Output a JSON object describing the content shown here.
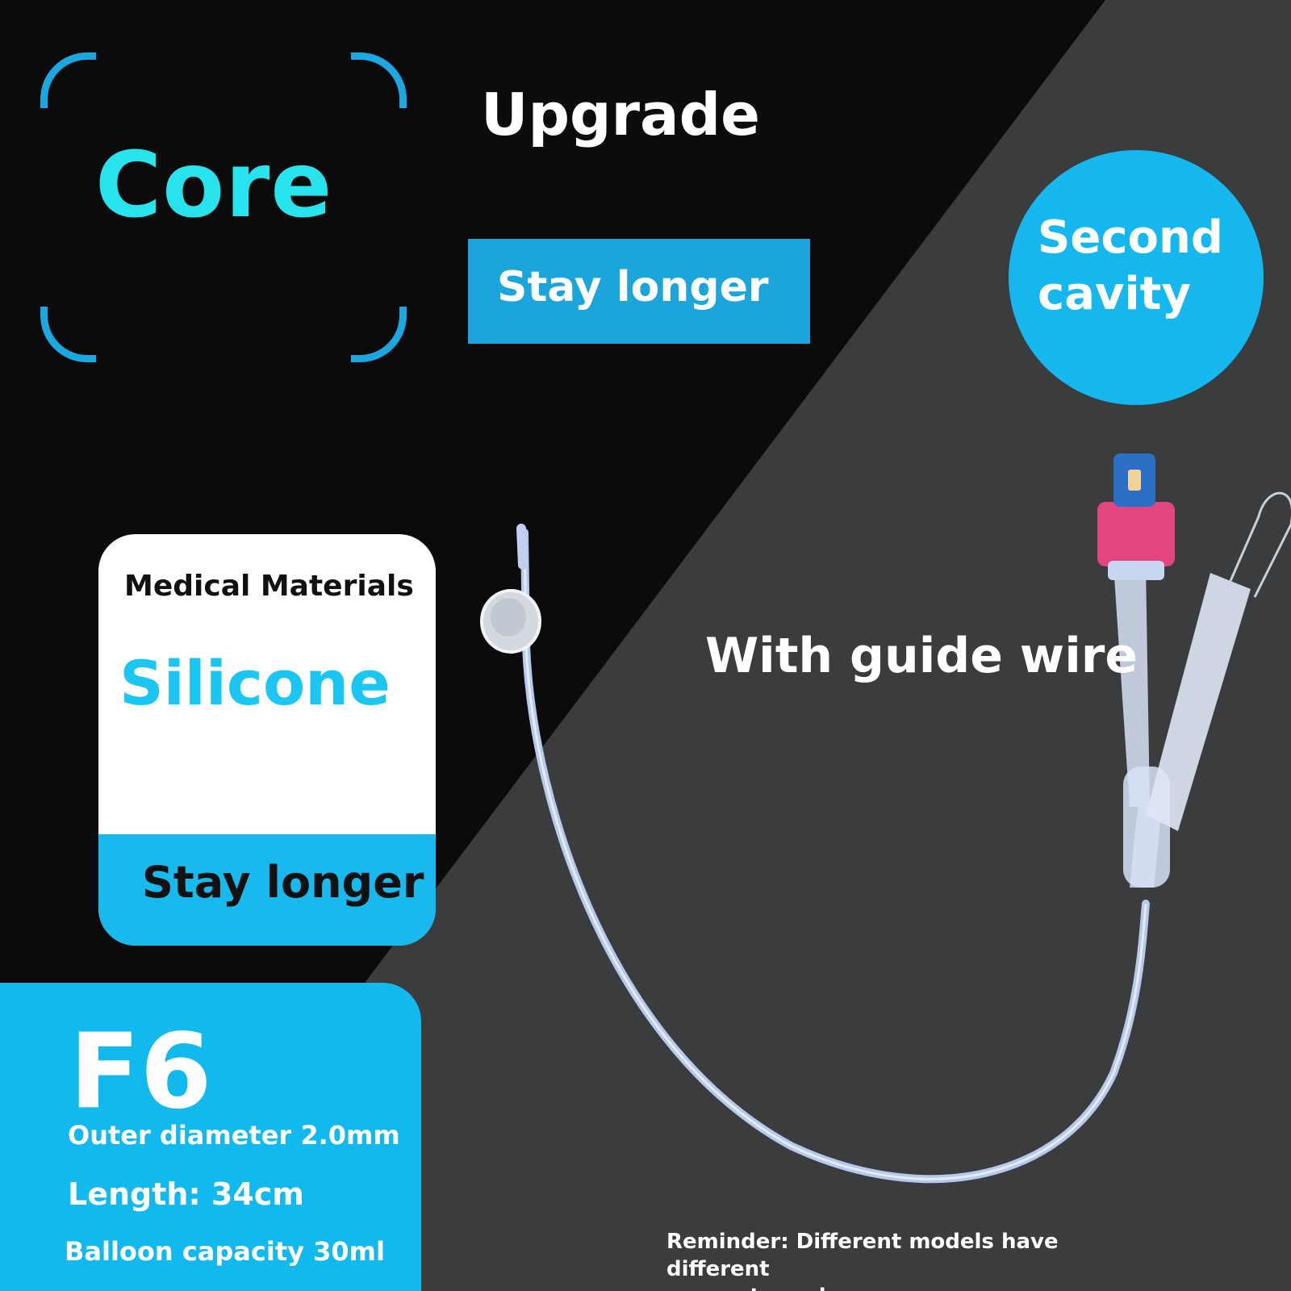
{
  "core": {
    "title": "Core"
  },
  "upgrade": {
    "label": "Upgrade",
    "stay_label": "Stay longer"
  },
  "badge": {
    "line1": "Second",
    "line2": "cavity"
  },
  "card": {
    "header": "Medical Materials",
    "material": "Silicone",
    "footer": "Stay longer"
  },
  "spec": {
    "size": "F6",
    "outer_diameter": "Outer diameter 2.0mm",
    "length": "Length: 34cm",
    "balloon": "Balloon capacity 30ml"
  },
  "guide_wire": "With guide wire",
  "reminder": {
    "line1": "Reminder: Different models have different",
    "line2": "connector colors"
  },
  "colors": {
    "accent": "#16b6ee",
    "cyan_text": "#27e3ee",
    "dark": "#0b0b0b",
    "gray": "#3b3c3e",
    "pink_connector": "#e2457f",
    "blue_cap": "#2c6fc7"
  }
}
